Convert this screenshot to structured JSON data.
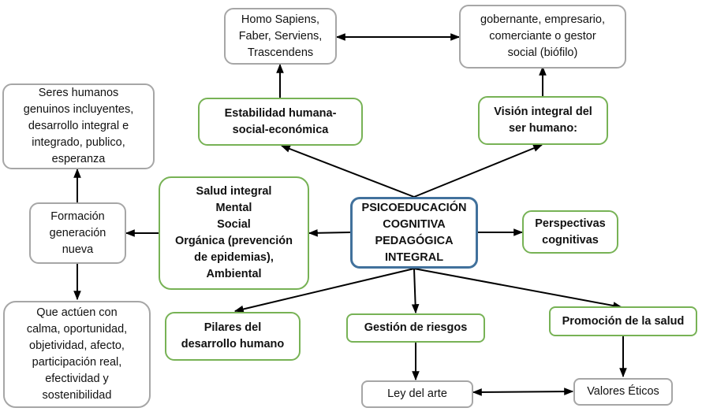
{
  "nodes": {
    "center": "PSICOEDUCACIÓN\nCOGNITIVA\nPEDAGÓGICA\nINTEGRAL",
    "homo": "Homo Sapiens,\nFaber, Serviens,\nTrascendens",
    "gobernante": "gobernante, empresario,\ncomerciante o gestor\nsocial (biófilo)",
    "seres": "Seres humanos\ngenuinos incluyentes,\ndesarrollo integral e\nintegrado, publico,\nesperanza",
    "estabilidad": "Estabilidad humana-\nsocial-económica",
    "vision": "Visión integral del\nser humano:",
    "formacion": "Formación\ngeneración\nnueva",
    "salud": "Salud integral\nMental\nSocial\nOrgánica (prevención\nde epidemias),\nAmbiental",
    "perspectivas": "Perspectivas\ncognitivas",
    "que": "Que actúen con\ncalma, oportunidad,\nobjetividad, afecto,\nparticipación real,\nefectividad y\nsostenibilidad",
    "pilares": "Pilares del\ndesarrollo humano",
    "gestion": "Gestión de riesgos",
    "promocion": "Promoción de la salud",
    "ley": "Ley del arte",
    "valores": "Valores Éticos"
  },
  "edges": [
    {
      "from": "center",
      "to": "estabilidad"
    },
    {
      "from": "center",
      "to": "vision"
    },
    {
      "from": "center",
      "to": "salud"
    },
    {
      "from": "center",
      "to": "perspectivas"
    },
    {
      "from": "center",
      "to": "pilares"
    },
    {
      "from": "center",
      "to": "gestion"
    },
    {
      "from": "center",
      "to": "promocion"
    },
    {
      "from": "estabilidad",
      "to": "homo"
    },
    {
      "from": "vision",
      "to": "gobernante"
    },
    {
      "from": "homo",
      "to": "gobernante",
      "bidirectional": true
    },
    {
      "from": "salud",
      "to": "formacion"
    },
    {
      "from": "formacion",
      "to": "seres"
    },
    {
      "from": "formacion",
      "to": "que"
    },
    {
      "from": "gestion",
      "to": "ley"
    },
    {
      "from": "promocion",
      "to": "valores"
    },
    {
      "from": "ley",
      "to": "valores",
      "bidirectional": true
    }
  ],
  "colors": {
    "gray_border": "#a6a6a6",
    "green_border": "#77b255",
    "blue_border": "#41719c"
  }
}
